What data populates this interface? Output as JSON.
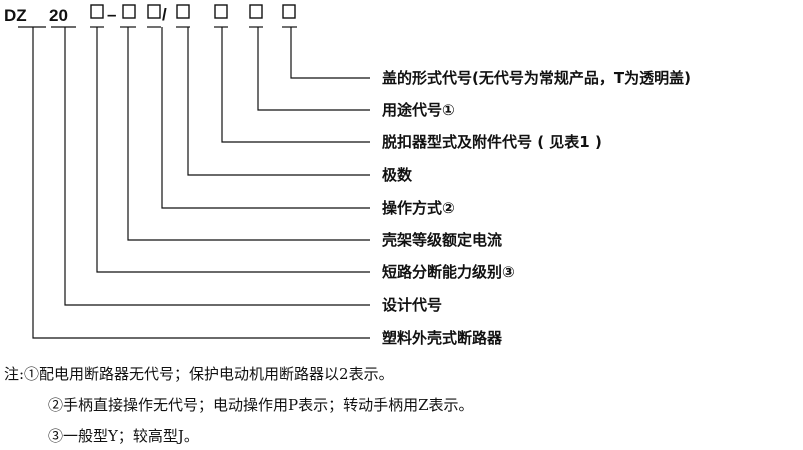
{
  "model_code": {
    "prefix": "DZ",
    "rating": "20",
    "sep_dash": "–",
    "sep_slash": "/"
  },
  "labels": [
    "盖的形式代号(无代号为常规产品，T为透明盖)",
    "用途代号①",
    "脱扣器型式及附件代号 ( 见表1 )",
    "极数",
    "操作方式②",
    "壳架等级额定电流",
    "短路分断能力级别③",
    "设计代号",
    "塑料外壳式断路器"
  ],
  "notes": [
    "注:①配电用断路器无代号；保护电动机用断路器以2表示。",
    "②手柄直接操作无代号；电动操作用P表示；转动手柄用Z表示。",
    "③一般型Y；较高型J。"
  ]
}
